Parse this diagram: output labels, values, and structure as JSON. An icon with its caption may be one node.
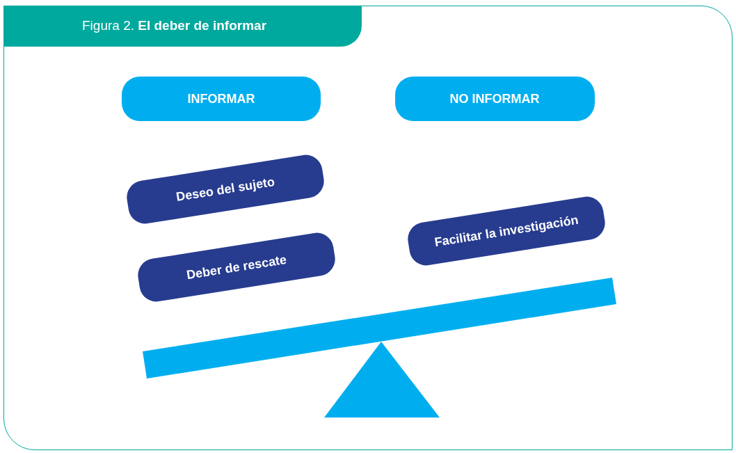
{
  "diagram": {
    "title": "Figura 2. **El deber de informar**",
    "nodes": [
      {
        "text": [
          "INFORMAR"
        ]
      },
      {
        "text": [
          "NO INFORMAR"
        ]
      },
      {
        "text": [
          "Deseo del sujeto"
        ]
      },
      {
        "text": [
          "Deber de rescate"
        ]
      },
      {
        "text": [
          "Facilitar la investigación"
        ]
      }
    ]
  }
}
